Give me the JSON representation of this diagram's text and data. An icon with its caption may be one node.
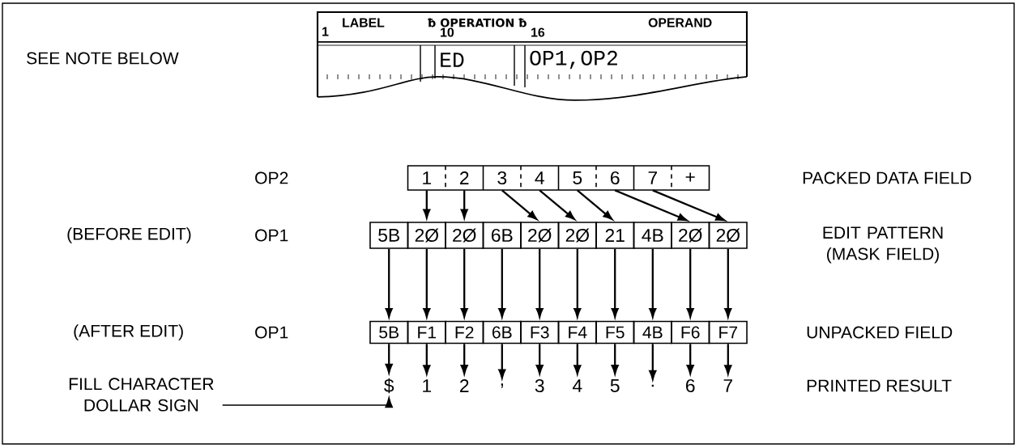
{
  "diagram": {
    "nodes": [
      {
        "text": [
          "1"
        ]
      },
      {
        "text": [
          "2"
        ]
      },
      {
        "text": [
          "3"
        ]
      },
      {
        "text": [
          "4"
        ]
      },
      {
        "text": [
          "5"
        ]
      },
      {
        "text": [
          "6"
        ]
      },
      {
        "text": [
          "7"
        ]
      },
      {
        "text": [
          "+"
        ]
      },
      {
        "text": [
          "5B"
        ]
      },
      {
        "text": [
          "2Ø"
        ]
      },
      {
        "text": [
          "2Ø"
        ]
      },
      {
        "text": [
          "6B"
        ]
      },
      {
        "text": [
          "2Ø"
        ]
      },
      {
        "text": [
          "2Ø"
        ]
      },
      {
        "text": [
          "21"
        ]
      },
      {
        "text": [
          "4B"
        ]
      },
      {
        "text": [
          "2Ø"
        ]
      },
      {
        "text": [
          "2Ø"
        ]
      },
      {
        "text": [
          "5B"
        ]
      },
      {
        "text": [
          "F1"
        ]
      },
      {
        "text": [
          "F2"
        ]
      },
      {
        "text": [
          "6B"
        ]
      },
      {
        "text": [
          "F3"
        ]
      },
      {
        "text": [
          "F4"
        ]
      },
      {
        "text": [
          "F5"
        ]
      },
      {
        "text": [
          "4B"
        ]
      },
      {
        "text": [
          "F6"
        ]
      },
      {
        "text": [
          "F7"
        ]
      },
      {
        "text": [
          "$"
        ]
      },
      {
        "text": [
          "1"
        ]
      },
      {
        "text": [
          "2"
        ]
      },
      {
        "text": [
          ","
        ]
      },
      {
        "text": [
          "3"
        ]
      },
      {
        "text": [
          "4"
        ]
      },
      {
        "text": [
          "5"
        ]
      },
      {
        "text": [
          "."
        ]
      },
      {
        "text": [
          "6"
        ]
      },
      {
        "text": [
          "7"
        ]
      },
      {
        "text": [
          "FILL CHARACTER DOLLAR SIGN"
        ]
      }
    ],
    "edges": [
      {
        "from": 0,
        "to": 9,
        "arrow": "to"
      },
      {
        "from": 1,
        "to": 10,
        "arrow": "to"
      },
      {
        "from": 2,
        "to": 12,
        "arrow": "to"
      },
      {
        "from": 3,
        "to": 13,
        "arrow": "to"
      },
      {
        "from": 4,
        "to": 14,
        "arrow": "to"
      },
      {
        "from": 5,
        "to": 16,
        "arrow": "to"
      },
      {
        "from": 6,
        "to": 17,
        "arrow": "to"
      },
      {
        "from": 8,
        "to": 18,
        "arrow": "to"
      },
      {
        "from": 9,
        "to": 19,
        "arrow": "to"
      },
      {
        "from": 10,
        "to": 20,
        "arrow": "to"
      },
      {
        "from": 11,
        "to": 21,
        "arrow": "to"
      },
      {
        "from": 12,
        "to": 22,
        "arrow": "to"
      },
      {
        "from": 13,
        "to": 23,
        "arrow": "to"
      },
      {
        "from": 14,
        "to": 24,
        "arrow": "to"
      },
      {
        "from": 15,
        "to": 25,
        "arrow": "to"
      },
      {
        "from": 16,
        "to": 26,
        "arrow": "to"
      },
      {
        "from": 17,
        "to": 27,
        "arrow": "to"
      },
      {
        "from": 18,
        "to": 28,
        "arrow": "to"
      },
      {
        "from": 19,
        "to": 29,
        "arrow": "to"
      },
      {
        "from": 20,
        "to": 30,
        "arrow": "to"
      },
      {
        "from": 21,
        "to": 31,
        "arrow": "to"
      },
      {
        "from": 22,
        "to": 32,
        "arrow": "to"
      },
      {
        "from": 23,
        "to": 33,
        "arrow": "to"
      },
      {
        "from": 24,
        "to": 34,
        "arrow": "to"
      },
      {
        "from": 25,
        "to": 35,
        "arrow": "to"
      },
      {
        "from": 26,
        "to": 36,
        "arrow": "to"
      },
      {
        "from": 27,
        "to": 37,
        "arrow": "to"
      },
      {
        "from": 38,
        "to": 28,
        "arrow": "to"
      }
    ],
    "labels": [
      "LABEL",
      "ƀ OPERATION ƀ",
      "OPERAND",
      "1",
      "10",
      "16",
      "SEE NOTE BELOW",
      "ED",
      "OP1,OP2",
      "OP2",
      "PACKED DATA FIELD",
      "(BEFORE EDIT)",
      "OP1",
      "EDIT PATTERN (MASK FIELD)",
      "(AFTER EDIT)",
      "OP1",
      "UNPACKED FIELD",
      "PRINTED RESULT"
    ]
  }
}
